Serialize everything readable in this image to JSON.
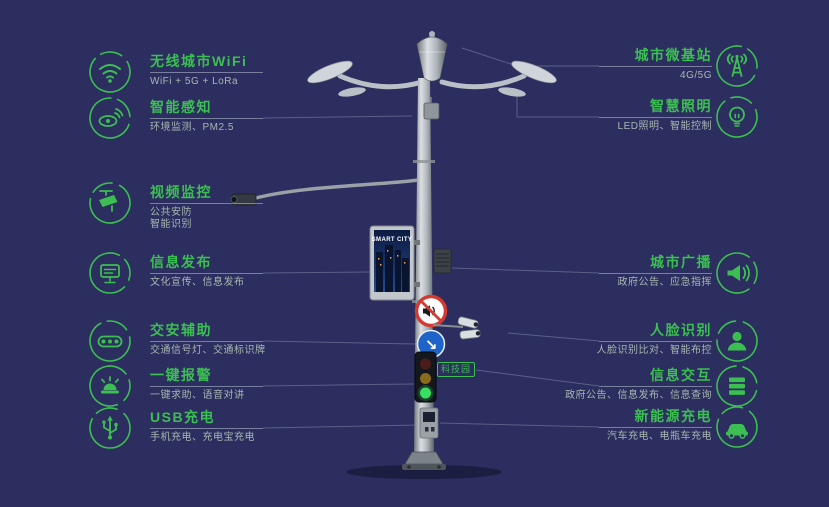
{
  "colors": {
    "background": "#2b2e5f",
    "accent_green": "#3cbf52",
    "sign_red": "#d23b2f",
    "sign_blue": "#1e63c8"
  },
  "left_features": [
    {
      "icon": "wifi-icon",
      "title": "无线城市WiFi",
      "subtitle": "WiFi + 5G + LoRa"
    },
    {
      "icon": "sensor-icon",
      "title": "智能感知",
      "subtitle": "环境监测、PM2.5"
    },
    {
      "icon": "cctv-camera-icon",
      "title": "视频监控",
      "subtitle": "公共安防\n智能识别"
    },
    {
      "icon": "screen-icon",
      "title": "信息发布",
      "subtitle": "文化宣传、信息发布"
    },
    {
      "icon": "traffic-signal-icon",
      "title": "交安辅助",
      "subtitle": "交通信号灯、交通标识牌"
    },
    {
      "icon": "alarm-icon",
      "title": "一键报警",
      "subtitle": "一键求助、语音对讲"
    },
    {
      "icon": "usb-icon",
      "title": "USB充电",
      "subtitle": "手机充电、充电宝充电"
    }
  ],
  "right_features": [
    {
      "icon": "antenna-icon",
      "title": "城市微基站",
      "subtitle": "4G/5G"
    },
    {
      "icon": "bulb-icon",
      "title": "智慧照明",
      "subtitle": "LED照明、智能控制"
    },
    {
      "icon": "speaker-icon",
      "title": "城市广播",
      "subtitle": "政府公告、应急指挥"
    },
    {
      "icon": "face-icon",
      "title": "人脸识别",
      "subtitle": "人脸识别比对、智能布控"
    },
    {
      "icon": "stacked-bars-icon",
      "title": "信息交互",
      "subtitle": "政府公告、信息发布、信息查询"
    },
    {
      "icon": "ev-car-icon",
      "title": "新能源充电",
      "subtitle": "汽车充电、电瓶车充电"
    }
  ],
  "pole": {
    "screen_title": "SMART CITY",
    "tag_label": "科技园"
  }
}
